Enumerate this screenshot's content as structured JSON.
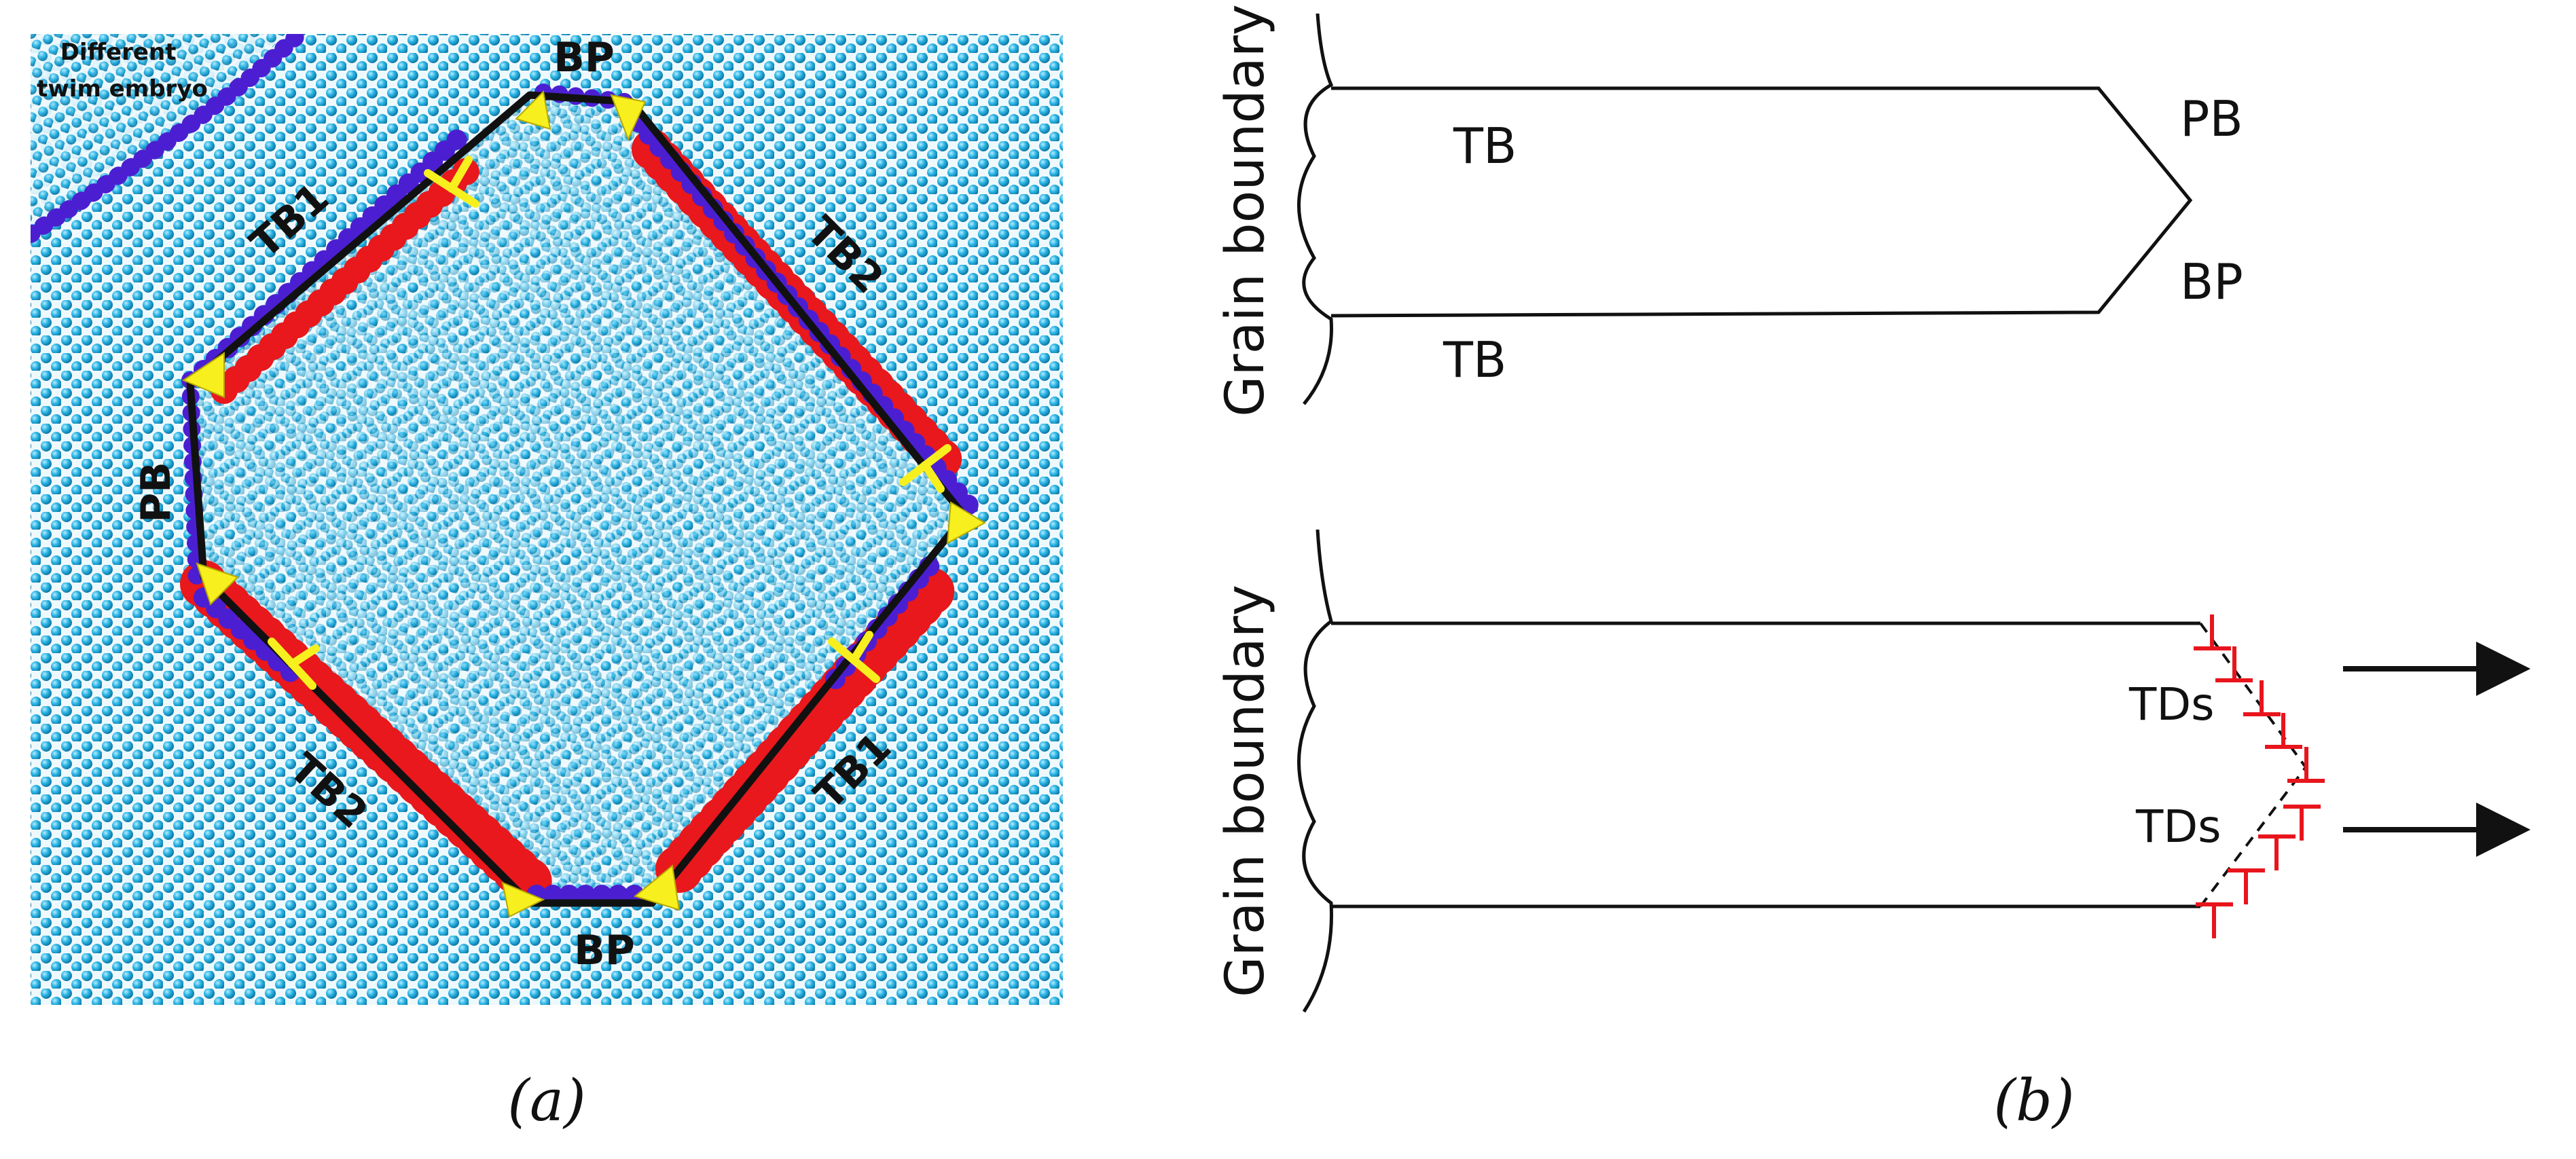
{
  "panel_a": {
    "caption": "(a)",
    "embryo_label_line1": "Different",
    "embryo_label_line2": "twim embryo",
    "labels": {
      "bp_top": "BP",
      "bp_bottom": "BP",
      "tb1_upper_left": "TB1",
      "tb2_upper_right": "TB2",
      "pb_left": "PB",
      "tb2_lower_left": "TB2",
      "tb1_lower_right": "TB1"
    },
    "colors": {
      "matrix_atom": "#22aee0",
      "twin_atom": "#29b4e4",
      "boundary_red": "#e8181c",
      "boundary_blue": "#4b1fd1",
      "marker_yellow": "#f7f01e",
      "outline": "#111111"
    }
  },
  "panel_b": {
    "caption": "(b)",
    "top": {
      "grain_boundary": "Grain boundary",
      "tb_upper": "TB",
      "tb_lower": "TB",
      "pb": "PB",
      "bp": "BP"
    },
    "bottom": {
      "grain_boundary": "Grain boundary",
      "tds_upper": "TDs",
      "tds_lower": "TDs",
      "dislocation_color": "#e8151c"
    }
  }
}
